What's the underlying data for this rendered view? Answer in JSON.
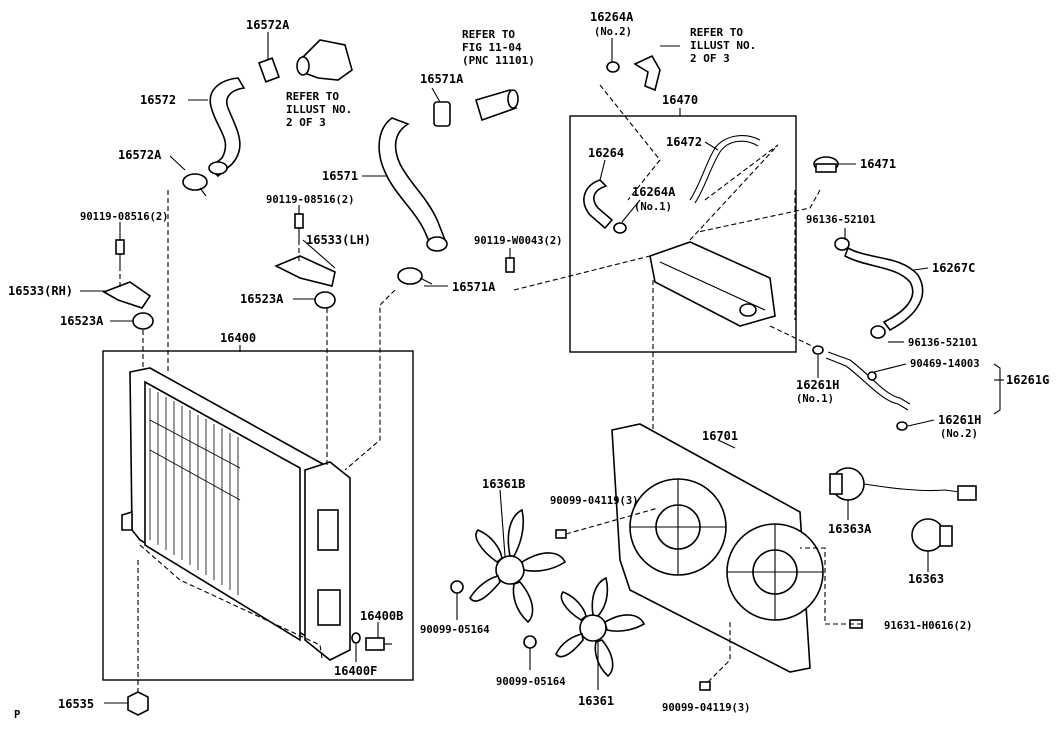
{
  "labels": {
    "p16572A_top": "16572A",
    "p16572": "16572",
    "p16572A_mid": "16572A",
    "p16571A_top": "16571A",
    "p16571": "16571",
    "p16571A_mid": "16571A",
    "p90119_08516_left": "90119-08516(2)",
    "p90119_08516_mid": "90119-08516(2)",
    "p90119_W0043": "90119-W0043(2)",
    "p16533_RH": "16533(RH)",
    "p16533_LH": "16533(LH)",
    "p16523A_left": "16523A",
    "p16523A_mid": "16523A",
    "p16400": "16400",
    "p16400B": "16400B",
    "p16400F": "16400F",
    "p16535": "16535",
    "p16264A_top": "16264A",
    "p16264A_top_no": "(No.2)",
    "p16470": "16470",
    "p16264": "16264",
    "p16472": "16472",
    "p16264A_mid": "16264A",
    "p16264A_mid_no": "(No.1)",
    "p16471": "16471",
    "p96136_52101_top": "96136-52101",
    "p16267C": "16267C",
    "p96136_52101_bot": "96136-52101",
    "p90469_14003": "90469-14003",
    "p16261H_1": "16261H",
    "p16261H_1_no": "(No.1)",
    "p16261G": "16261G",
    "p16261H_2": "16261H",
    "p16261H_2_no": "(No.2)",
    "p16701": "16701",
    "p16361B": "16361B",
    "p90099_04119_top": "90099-04119(3)",
    "p90099_05164_left": "90099-05164",
    "p90099_05164_bot": "90099-05164",
    "p16361": "16361",
    "p90099_04119_bot": "90099-04119(3)",
    "p16363A": "16363A",
    "p16363": "16363",
    "p91631_H0616": "91631-H0616(2)",
    "corner_mark": "P"
  },
  "notes": {
    "refer_illust_left": [
      "REFER TO",
      "ILLUST NO.",
      "2 OF 3"
    ],
    "refer_fig": [
      "REFER TO",
      "FIG 11-04",
      "(PNC 11101)"
    ],
    "refer_illust_right": [
      "REFER TO",
      "ILLUST NO.",
      "2 OF 3"
    ]
  }
}
